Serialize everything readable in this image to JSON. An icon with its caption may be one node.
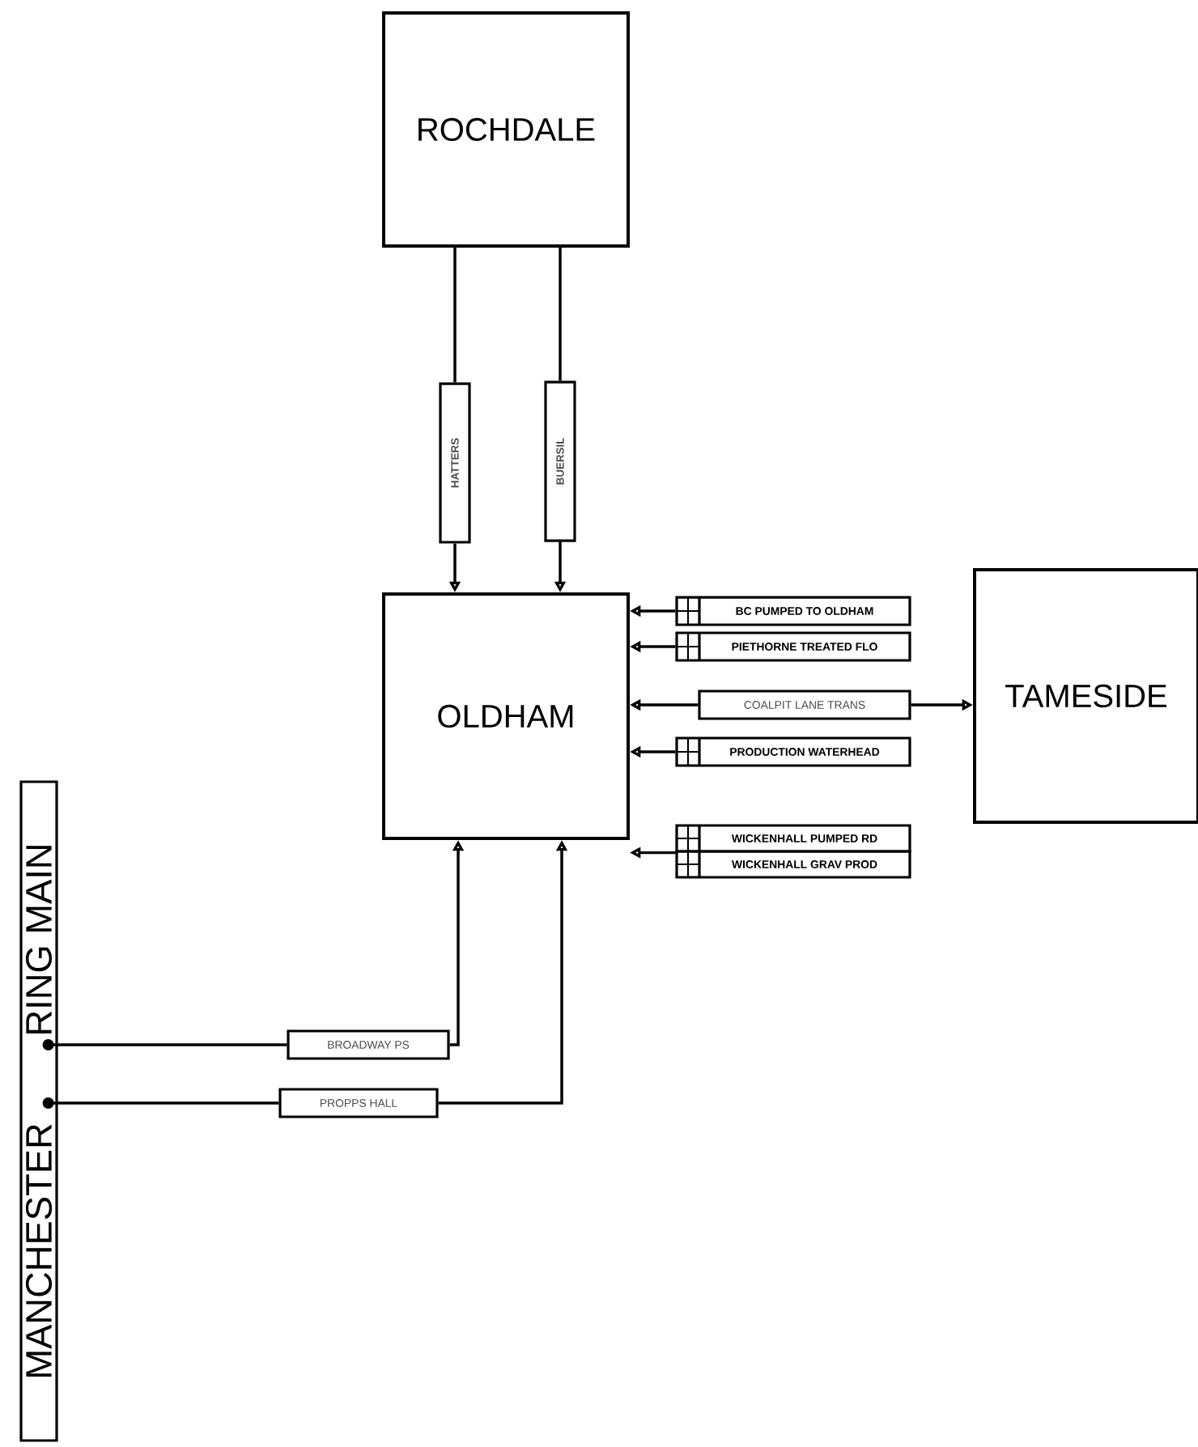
{
  "diagram": {
    "nodes": [
      {
        "text": [
          "ROCHDALE"
        ]
      },
      {
        "text": [
          "HATTERS"
        ]
      },
      {
        "text": [
          "BUERSIL"
        ]
      },
      {
        "text": [
          "OLDHAM"
        ]
      },
      {
        "text": [
          "BC PUMPED TO OLDHAM"
        ]
      },
      {
        "text": [
          "PIETHORNE TREATED FLO"
        ]
      },
      {
        "text": [
          "COALPIT LANE TRANS"
        ]
      },
      {
        "text": [
          "TAMESIDE"
        ]
      },
      {
        "text": [
          "PRODUCTION WATERHEAD"
        ]
      },
      {
        "text": [
          "WICKENHALL PUMPED RD"
        ]
      },
      {
        "text": [
          "WICKENHALL GRAV PROD"
        ]
      },
      {
        "text": [
          "MANCHESTER",
          "RING MAIN"
        ]
      },
      {
        "text": [
          "BROADWAY PS"
        ]
      },
      {
        "text": [
          "PROPPS HALL"
        ]
      }
    ],
    "edges": [
      {
        "from": 0,
        "to": 1,
        "arrow": "none"
      },
      {
        "from": 1,
        "to": 3,
        "arrow": "to"
      },
      {
        "from": 0,
        "to": 2,
        "arrow": "none"
      },
      {
        "from": 2,
        "to": 3,
        "arrow": "to"
      },
      {
        "from": 4,
        "to": 3,
        "arrow": "to"
      },
      {
        "from": 5,
        "to": 3,
        "arrow": "to"
      },
      {
        "from": 6,
        "to": 3,
        "arrow": "to"
      },
      {
        "from": 6,
        "to": 7,
        "arrow": "to"
      },
      {
        "from": 8,
        "to": 3,
        "arrow": "to"
      },
      {
        "from": 9,
        "to": 3,
        "arrow": "to"
      },
      {
        "from": 10,
        "to": 3,
        "arrow": "to"
      },
      {
        "from": 11,
        "to": 12,
        "arrow": "other"
      },
      {
        "from": 12,
        "to": 3,
        "arrow": "to"
      },
      {
        "from": 11,
        "to": 13,
        "arrow": "other"
      },
      {
        "from": 13,
        "to": 3,
        "arrow": "to"
      }
    ]
  }
}
